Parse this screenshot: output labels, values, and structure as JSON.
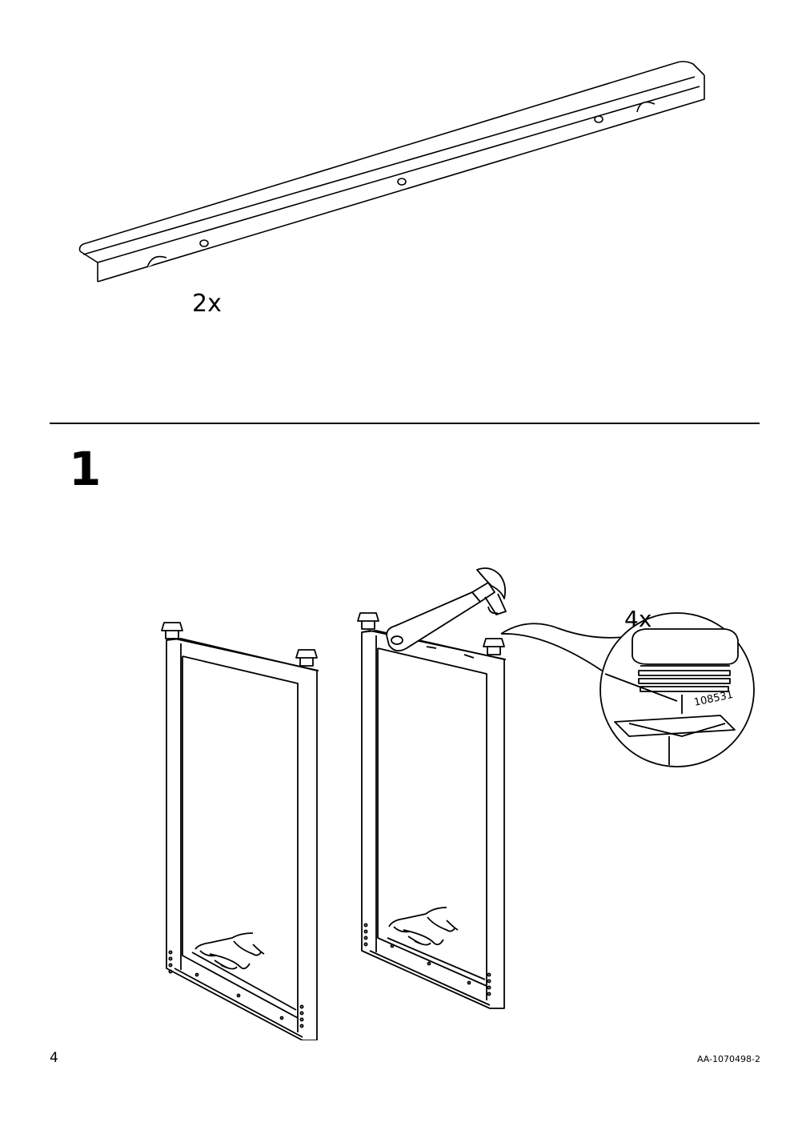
{
  "rail": {
    "quantity": "2x"
  },
  "step": {
    "number": "1"
  },
  "detail": {
    "quantity": "4x",
    "part_number": "108531"
  },
  "footer": {
    "page_number": "4",
    "document_code": "AA-1070498-2"
  }
}
